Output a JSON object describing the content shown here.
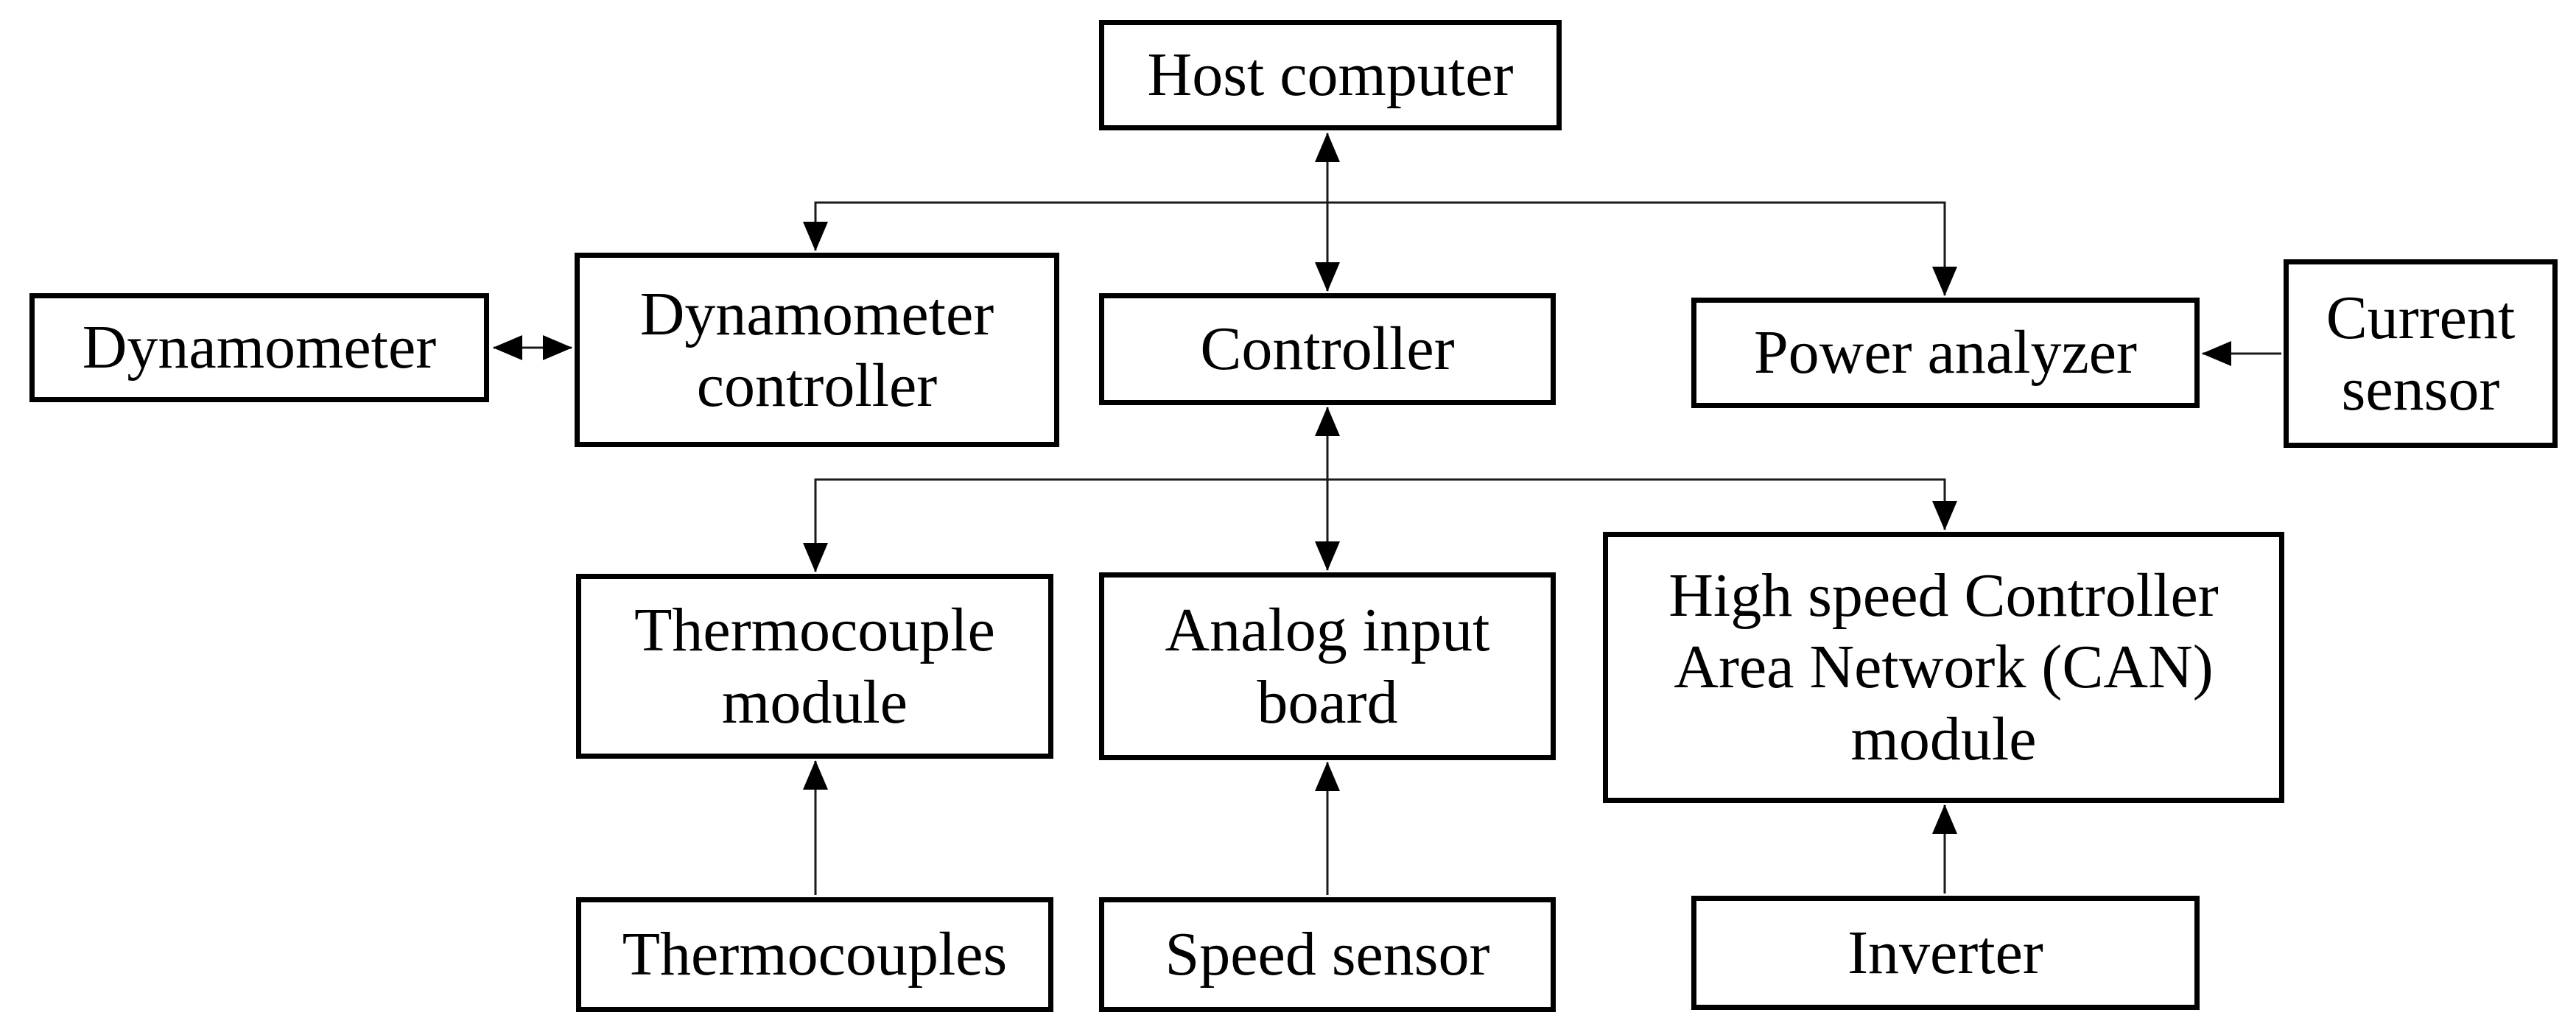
{
  "diagram": {
    "type": "block-diagram",
    "background_color": "#ffffff",
    "line_color": "#000000",
    "text_color": "#000000",
    "nodes": {
      "host_computer": {
        "label": "Host computer"
      },
      "dynamometer": {
        "label": "Dynamometer"
      },
      "dynamometer_controller": {
        "label": "Dynamometer\ncontroller"
      },
      "controller": {
        "label": "Controller"
      },
      "power_analyzer": {
        "label": "Power analyzer"
      },
      "current_sensor": {
        "label": "Current\nsensor"
      },
      "thermocouple_module": {
        "label": "Thermocouple\nmodule"
      },
      "analog_input_board": {
        "label": "Analog input\nboard"
      },
      "can_module": {
        "label": "High speed Controller\nArea Network (CAN)\nmodule"
      },
      "thermocouples": {
        "label": "Thermocouples"
      },
      "speed_sensor": {
        "label": "Speed sensor"
      },
      "inverter": {
        "label": "Inverter"
      }
    },
    "edges": [
      {
        "from": "host_computer",
        "to": "controller",
        "style": "bidirectional-arrow"
      },
      {
        "from": "host_computer",
        "to": "dynamometer_controller",
        "style": "arrow"
      },
      {
        "from": "host_computer",
        "to": "power_analyzer",
        "style": "arrow"
      },
      {
        "from": "dynamometer",
        "to": "dynamometer_controller",
        "style": "bidirectional-arrow"
      },
      {
        "from": "current_sensor",
        "to": "power_analyzer",
        "style": "arrow"
      },
      {
        "from": "controller",
        "to": "analog_input_board",
        "style": "bidirectional-arrow"
      },
      {
        "from": "controller",
        "to": "thermocouple_module",
        "style": "arrow"
      },
      {
        "from": "controller",
        "to": "can_module",
        "style": "arrow"
      },
      {
        "from": "thermocouples",
        "to": "thermocouple_module",
        "style": "arrow"
      },
      {
        "from": "speed_sensor",
        "to": "analog_input_board",
        "style": "arrow"
      },
      {
        "from": "inverter",
        "to": "can_module",
        "style": "arrow"
      }
    ]
  }
}
